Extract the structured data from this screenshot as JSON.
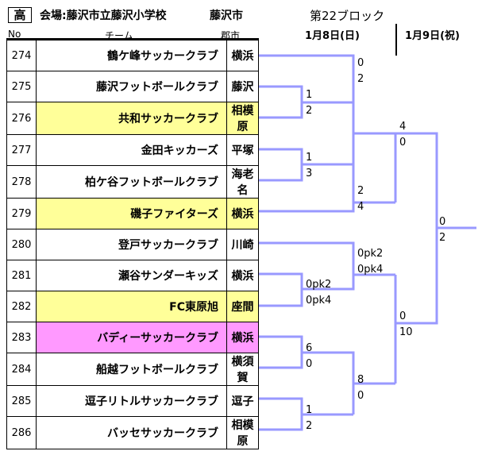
{
  "header": {
    "badge": "高",
    "venue": "会場:藤沢市立藤沢小学校",
    "city": "藤沢市",
    "block": "第22ブロック",
    "date1": "1月8日(日)",
    "date2": "1月9日(祝)"
  },
  "columns": {
    "no": "No",
    "team": "チーム",
    "city": "郡市"
  },
  "teams": [
    {
      "no": "274",
      "name": "鶴ケ峰サッカークラブ",
      "city": "横浜",
      "hl": ""
    },
    {
      "no": "275",
      "name": "藤沢フットボールクラブ",
      "city": "藤沢",
      "hl": ""
    },
    {
      "no": "276",
      "name": "共和サッカークラブ",
      "city": "相模原",
      "hl": "yellow"
    },
    {
      "no": "277",
      "name": "金田キッカーズ",
      "city": "平塚",
      "hl": ""
    },
    {
      "no": "278",
      "name": "柏ケ谷フットボールクラブ",
      "city": "海老名",
      "hl": ""
    },
    {
      "no": "279",
      "name": "磯子ファイターズ",
      "city": "横浜",
      "hl": "yellow"
    },
    {
      "no": "280",
      "name": "登戸サッカークラブ",
      "city": "川崎",
      "hl": ""
    },
    {
      "no": "281",
      "name": "瀬谷サンダーキッズ",
      "city": "横浜",
      "hl": ""
    },
    {
      "no": "282",
      "name": "FC東原旭",
      "city": "座間",
      "hl": "yellow"
    },
    {
      "no": "283",
      "name": "バディーサッカークラブ",
      "city": "横浜",
      "hl": "pink"
    },
    {
      "no": "284",
      "name": "船越フットボールクラブ",
      "city": "横須賀",
      "hl": ""
    },
    {
      "no": "285",
      "name": "逗子リトルサッカークラブ",
      "city": "逗子",
      "hl": ""
    },
    {
      "no": "286",
      "name": "バッセサッカークラブ",
      "city": "相模原",
      "hl": ""
    }
  ],
  "scores": {
    "m1_top": "0",
    "m1_bot": "2",
    "m2_top": "1",
    "m2_bot": "2",
    "m3_top": "1",
    "m3_bot": "3",
    "m4_top": "2",
    "m4_bot": "4",
    "m5_top": "0pk2",
    "m5_bot": "0pk4",
    "m6_top": "0pk2",
    "m6_bot": "0pk4",
    "m7_top": "6",
    "m7_bot": "0",
    "m8_top": "1",
    "m8_bot": "2",
    "m9_top": "8",
    "m9_bot": "0",
    "s1_top": "4",
    "s1_bot": "0",
    "s2_top": "0",
    "s2_bot": "10",
    "f_top": "0",
    "f_bot": "2"
  },
  "colors": {
    "bracket_line": "#9999ff",
    "highlight_yellow": "#ffff99",
    "highlight_pink": "#ff99ff"
  }
}
